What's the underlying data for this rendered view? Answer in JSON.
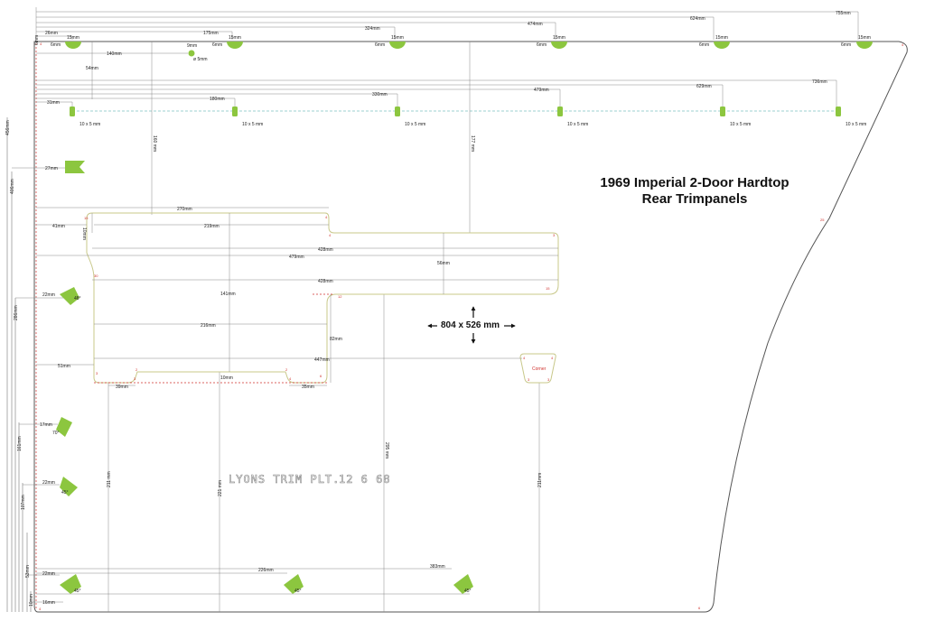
{
  "title": {
    "line1": "1969 Imperial 2-Door Hardtop",
    "line2": "Rear Trimpanels"
  },
  "overall_size": "804 x 526 mm",
  "stamp": {
    "left": "LYONS TRIM PLT.",
    "right": "12 6 68"
  },
  "top_row": {
    "clip_width": "15mm",
    "edge_gap": "6mm",
    "hole_label": "9mm",
    "hole_dia": "ø 5mm",
    "hole_offset": "140mm",
    "offsets": [
      "26mm",
      "175mm",
      "324mm",
      "474mm",
      "624mm",
      "755mm"
    ],
    "left_short": "6mm",
    "vertical_54": "54mm"
  },
  "second_row": {
    "slot_label": "10 x 5 mm",
    "offsets": [
      "31mm",
      "180mm",
      "330mm",
      "479mm",
      "629mm",
      "736mm"
    ]
  },
  "left_clips": {
    "c27": "27mm",
    "c22a": "22mm",
    "a48": "48°",
    "c17": "17mm",
    "a70": "70°",
    "c22b": "22mm",
    "a45a": "45°",
    "c22c": "22mm",
    "a45b": "45°",
    "c16": "16mm",
    "c226": "226mm",
    "a45c": "45°",
    "c383": "383mm",
    "a45d": "45°"
  },
  "left_verticals": [
    "456mm",
    "406mm",
    "286mm",
    "161mm",
    "107mm",
    "53mm",
    "10mm"
  ],
  "cutout": {
    "w270": "270mm",
    "w41": "41mm",
    "w219": "219mm",
    "h10": "10mm",
    "w428a": "428mm",
    "w479": "479mm",
    "h56": "56mm",
    "w428b": "428mm",
    "h141": "141mm",
    "w216": "216mm",
    "h82": "82mm",
    "w51": "51mm",
    "w447": "447mm",
    "w10": "10mm",
    "w39": "39mm",
    "w35": "35mm",
    "v160": "160 mm",
    "v177": "177 mm",
    "v211a": "211 mm",
    "v221": "221 mm",
    "v295": "295 mm",
    "v211b": "211mm",
    "corner_label": "Corner"
  },
  "corner_marks": [
    "4",
    "4",
    "15",
    "4",
    "4",
    "3",
    "30",
    "15",
    "12",
    "3",
    "2",
    "2",
    "3",
    "6",
    "4",
    "4",
    "4",
    "3",
    "3",
    "25",
    "6",
    "4"
  ],
  "colors": {
    "outline": "#555555",
    "dim": "#666666",
    "accent_green": "#8cc63f",
    "cutout_line": "#c8c88a",
    "red": "#d0312d",
    "dashed_teal": "#7fc4c4"
  }
}
